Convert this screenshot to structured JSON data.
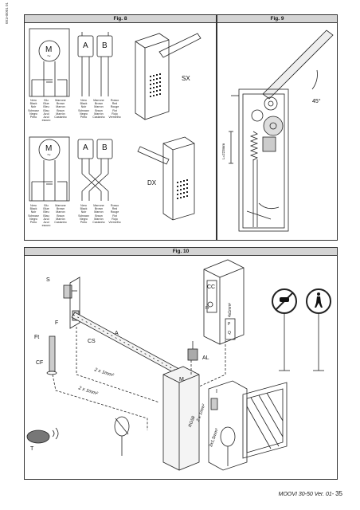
{
  "side_code": "001H5001 01",
  "fig8": {
    "title": "Fig. 8",
    "motor_symbol": "M",
    "tilde": "~",
    "switch_a": "A",
    "switch_b": "B",
    "label_sx": "SX",
    "label_dx": "DX",
    "colors_top": [
      "Nero\nBlack\nNoir\nSchwarz\nNegro\nPreto",
      "Blu\nBlue\nBleu\nBlau\nAzul\nAzul\nescuro",
      "Marrone\nBrown\nMarron\nBraun\nMarrón\nCastanho",
      "Nero\nBlack\nNoir\nSchwarz\nNegro\nPreto",
      "Marrone\nBrown\nMarron\nBraun\nMarrón\nCastanho",
      "Rosso\nRed\nRouge\nRot\nRojo\nVermelho"
    ],
    "colors_bottom": [
      "Nero\nBlack\nNoir\nSchwarz\nNegro\nPreto",
      "Blu\nBlue\nBleu\nBlau\nAzul\nAzul\nescuro",
      "Marrone\nBrown\nMarron\nBraun\nMarrón\nCastanho",
      "Nero\nBlack\nNoir\nSchwarz\nNegro\nPreto",
      "Marrone\nBrown\nMarron\nBraun\nMarrón\nCastanho",
      "Rosso\nRed\nRouge\nRot\nRojo\nVermelho"
    ]
  },
  "fig9": {
    "title": "Fig. 9",
    "angle": "45°",
    "dimension": "L=223mm"
  },
  "fig10": {
    "title": "Fig. 10",
    "labels": {
      "S": "S",
      "F": "F",
      "Ft": "Ft",
      "CF": "CF",
      "A": "A",
      "CS": "CS",
      "CC": "CC",
      "Fr": "Fr",
      "AL": "AL",
      "M": "M",
      "I": "I",
      "T": "T",
      "P": "P",
      "Q": "Q"
    },
    "cables": {
      "c1": "2 x 1mm²",
      "c2": "2 x 1mm²",
      "c3": "2 x 1mm²",
      "c4": "4x1mm²",
      "c5": "RG58",
      "c6": "3x1,5mm²"
    }
  },
  "footer": {
    "text": "MOOVI 30-50",
    "version": "Ver. 01-",
    "page": "35"
  }
}
